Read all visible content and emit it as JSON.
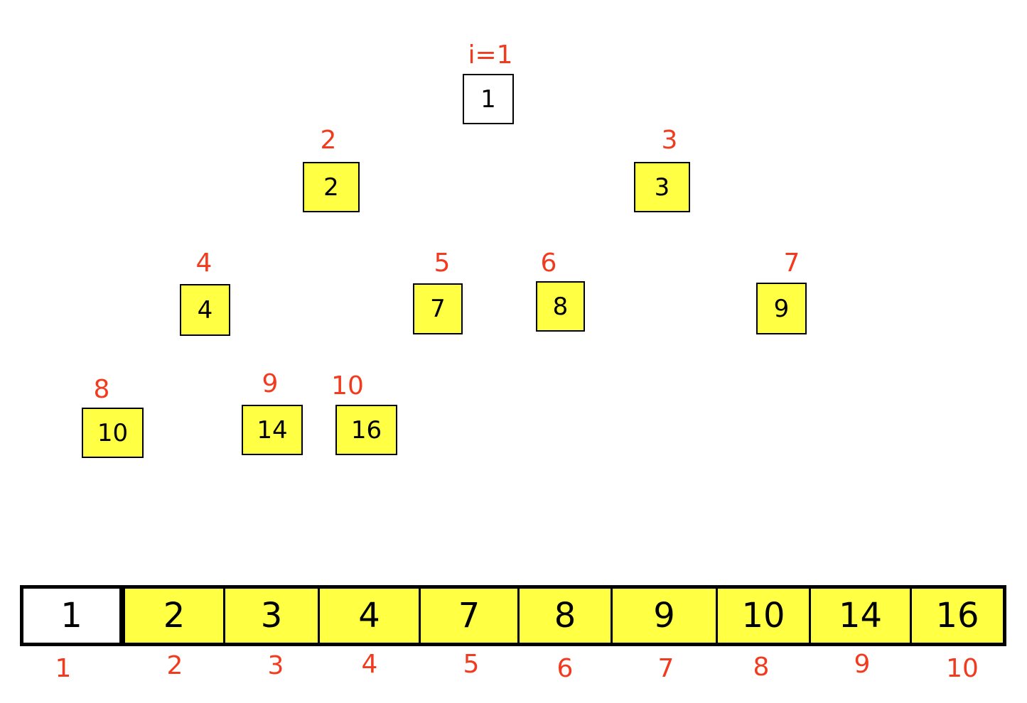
{
  "tree": {
    "root_index_label": "i=1",
    "nodes": [
      {
        "index": "i=1",
        "value": "1",
        "highlight": false
      },
      {
        "index": "2",
        "value": "2",
        "highlight": true
      },
      {
        "index": "3",
        "value": "3",
        "highlight": true
      },
      {
        "index": "4",
        "value": "4",
        "highlight": true
      },
      {
        "index": "5",
        "value": "7",
        "highlight": true
      },
      {
        "index": "6",
        "value": "8",
        "highlight": true
      },
      {
        "index": "7",
        "value": "9",
        "highlight": true
      },
      {
        "index": "8",
        "value": "10",
        "highlight": true
      },
      {
        "index": "9",
        "value": "14",
        "highlight": true
      },
      {
        "index": "10",
        "value": "16",
        "highlight": true
      }
    ]
  },
  "array": {
    "cells": [
      "1",
      "2",
      "3",
      "4",
      "7",
      "8",
      "9",
      "10",
      "14",
      "16"
    ],
    "indices": [
      "1",
      "2",
      "3",
      "4",
      "5",
      "6",
      "7",
      "8",
      "9",
      "10"
    ],
    "highlight_from_index": 2
  },
  "colors": {
    "highlight": "#ffff44",
    "index_label": "#f23b1e",
    "border": "#000000",
    "unhighlighted": "#ffffff"
  }
}
